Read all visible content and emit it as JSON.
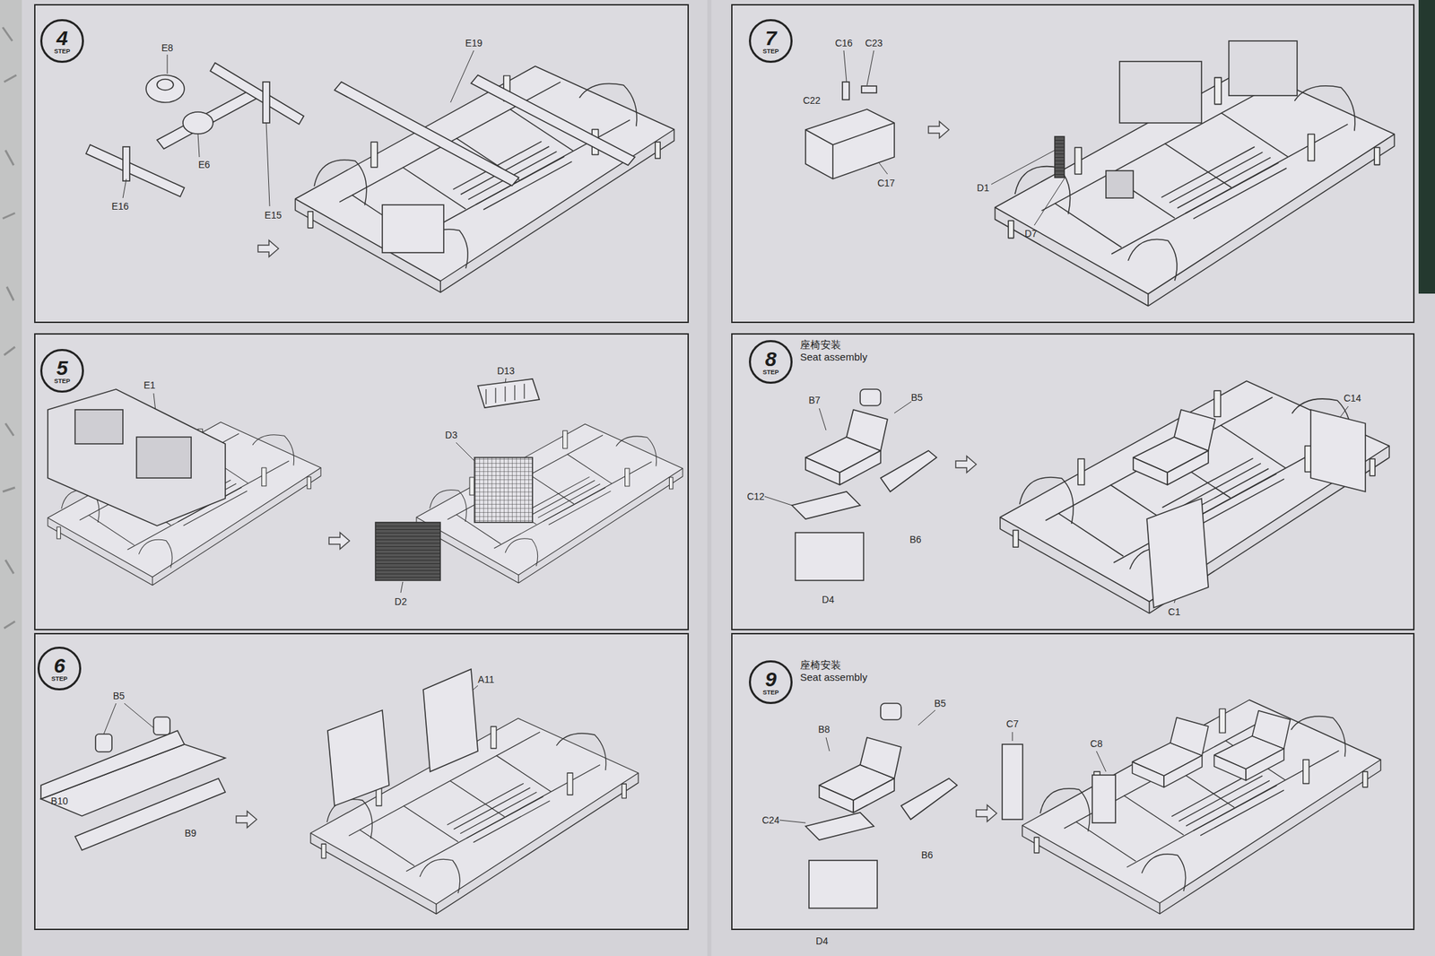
{
  "diagram": {
    "nodes": [
      {
        "text": [
          "4",
          "STEP"
        ]
      },
      {
        "text": [
          "5",
          "STEP"
        ]
      },
      {
        "text": [
          "6",
          "STEP"
        ]
      },
      {
        "text": [
          "7",
          "STEP"
        ]
      },
      {
        "text": [
          "8",
          "STEP",
          "座椅安装",
          "Seat assembly"
        ]
      },
      {
        "text": [
          "9",
          "STEP",
          "座椅安装",
          "Seat assembly"
        ]
      }
    ],
    "edges": [],
    "labels": [
      "E8",
      "E19",
      "E15",
      "E6",
      "E16",
      "E1",
      "D13",
      "D3",
      "D2",
      "B5",
      "A11",
      "B10",
      "B9",
      "C16",
      "C23",
      "C22",
      "C17",
      "D1",
      "D7",
      "B7",
      "B5",
      "C14",
      "C12",
      "B6",
      "D4",
      "C1",
      "B8",
      "B5",
      "C7",
      "C8",
      "C24",
      "B6",
      "D4"
    ]
  }
}
